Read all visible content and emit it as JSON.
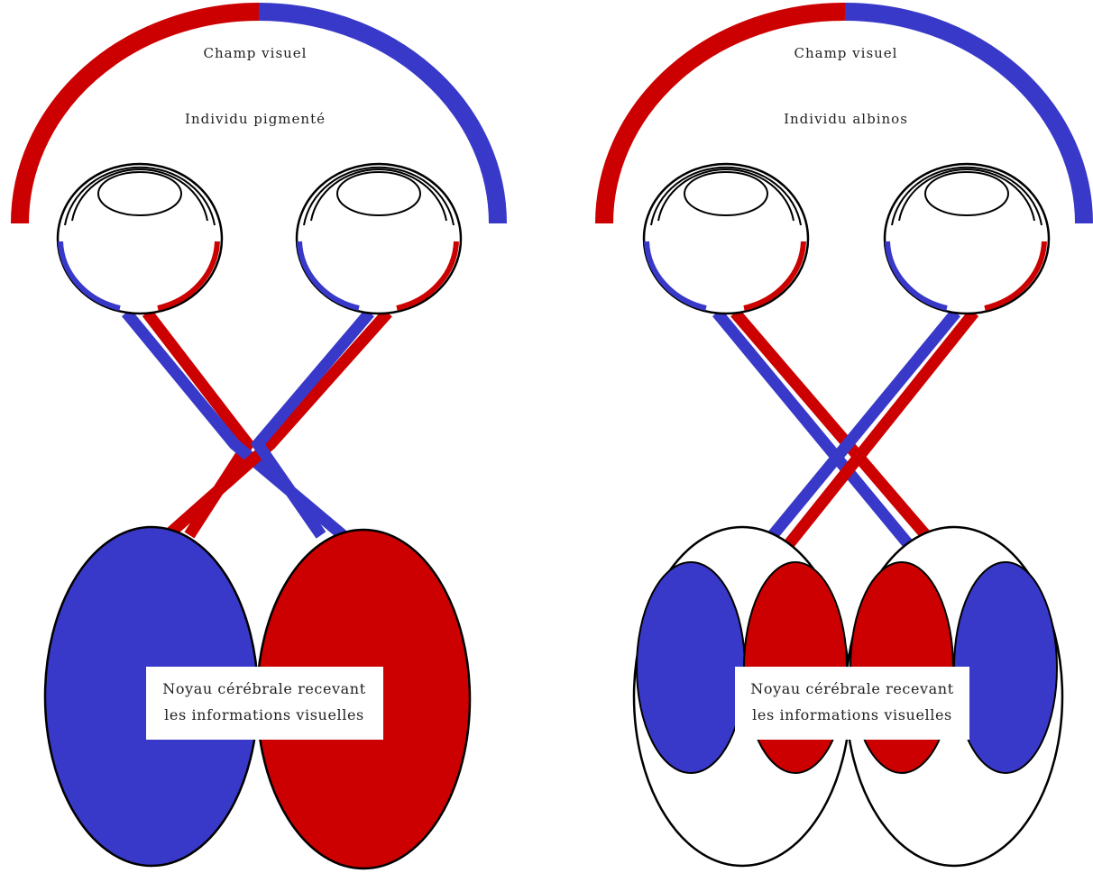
{
  "colors": {
    "red": "#cc0000",
    "blue": "#3939c9",
    "outline": "#000000",
    "background": "#ffffff"
  },
  "panels": [
    {
      "visual_field_label": "Champ visuel",
      "subject_label": "Individu pigmenté",
      "nucleus_label_line1": "Noyau cérébrale recevant",
      "nucleus_label_line2": "les informations visuelles"
    },
    {
      "visual_field_label": "Champ visuel",
      "subject_label": "Individu albinos",
      "nucleus_label_line1": "Noyau cérébrale recevant",
      "nucleus_label_line2": "les informations visuelles"
    }
  ]
}
